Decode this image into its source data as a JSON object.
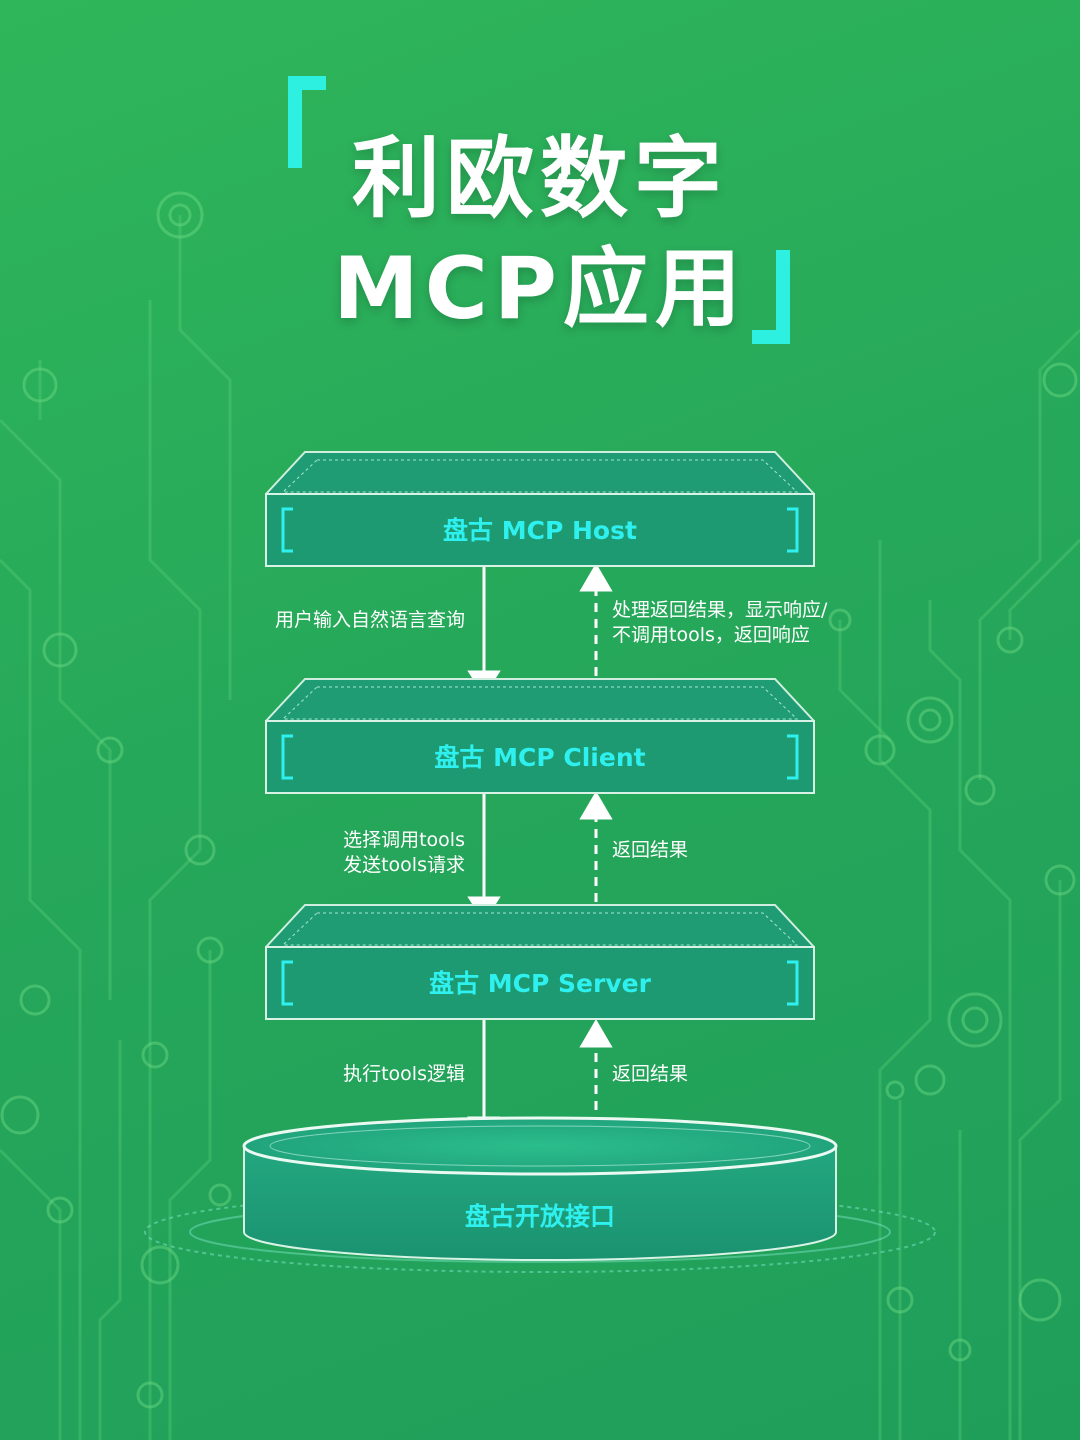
{
  "title": {
    "line1": "利欧数字",
    "line2": "MCP应用"
  },
  "colors": {
    "accent": "#2ef0ef",
    "background_top": "#2fb65a",
    "background_bottom": "#1f9e5a",
    "box_fill": "#1f9e72",
    "arrow": "#ffffff"
  },
  "layers": [
    {
      "label": "盘古 MCP Host"
    },
    {
      "label": "盘古 MCP Client"
    },
    {
      "label": "盘古 MCP Server"
    }
  ],
  "platform": {
    "label": "盘古开放接口"
  },
  "flows": [
    {
      "down_label": [
        "用户输入自然语言查询"
      ],
      "up_label": [
        "处理返回结果，显示响应/",
        "不调用tools，返回响应"
      ]
    },
    {
      "down_label": [
        "选择调用tools",
        "发送tools请求"
      ],
      "up_label": [
        "返回结果"
      ]
    },
    {
      "down_label": [
        "执行tools逻辑"
      ],
      "up_label": [
        "返回结果"
      ]
    }
  ]
}
